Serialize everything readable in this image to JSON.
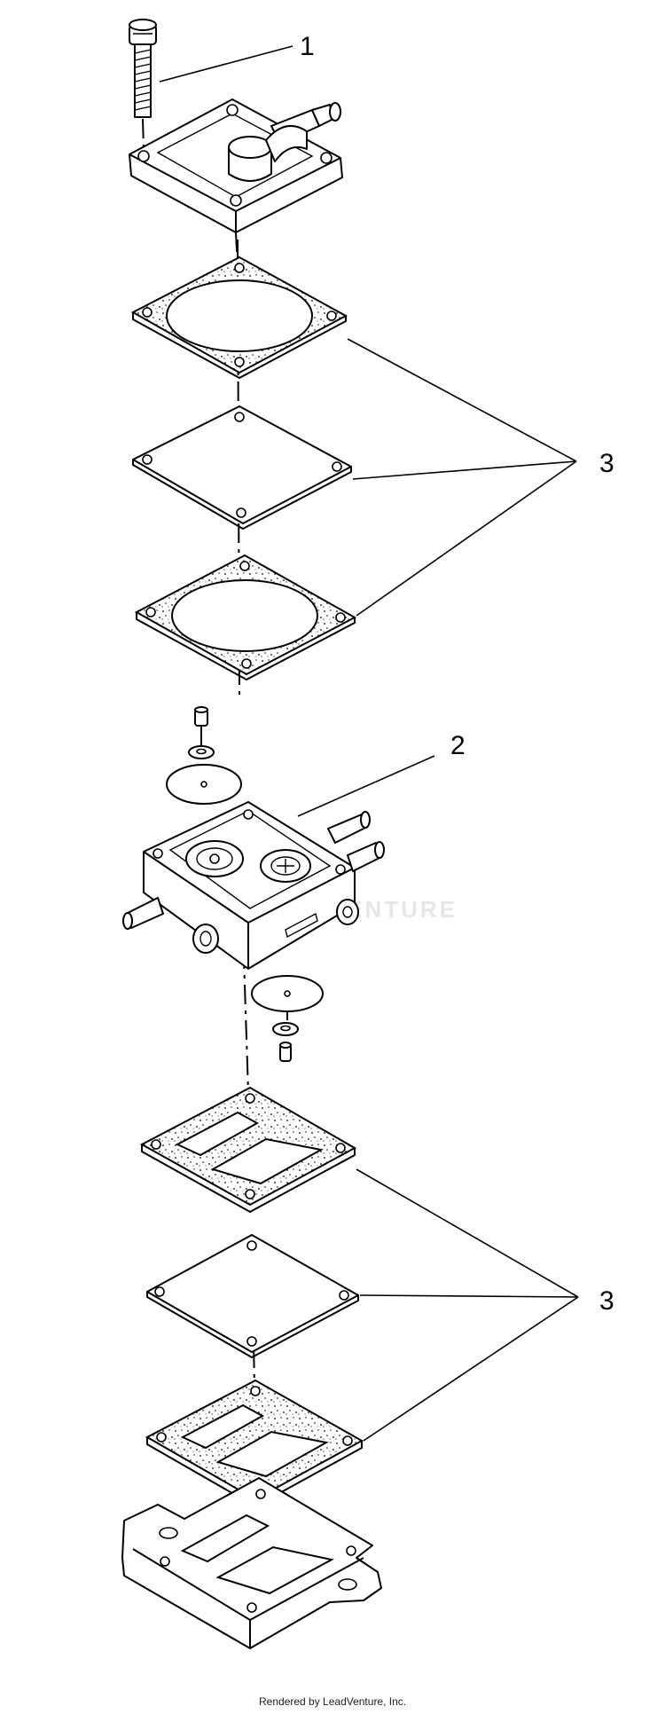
{
  "callouts": {
    "c1": "1",
    "c2": "2",
    "c3_upper": "3",
    "c3_lower": "3"
  },
  "watermark": "LEADVENTURE",
  "footer": "Rendered by LeadVenture, Inc."
}
